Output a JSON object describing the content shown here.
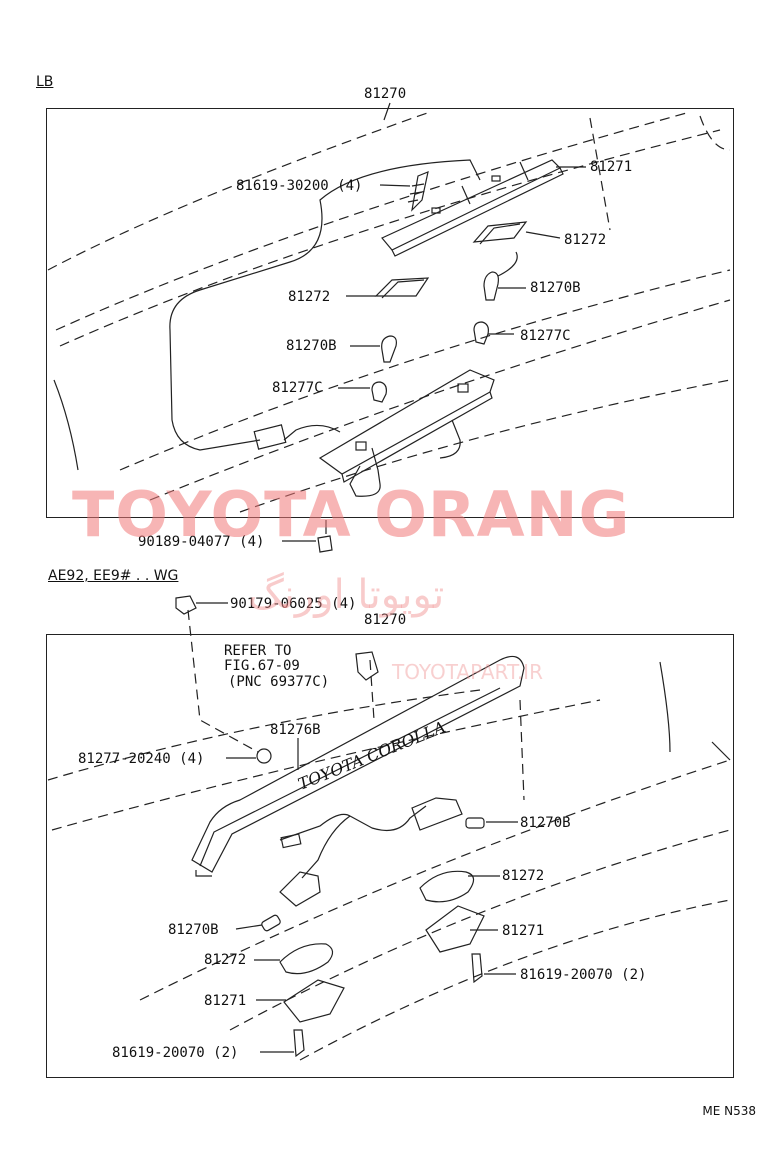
{
  "section_lb": {
    "tag": "LB",
    "assembly": "81270",
    "labels": {
      "screw": "81619-30200 (4)",
      "housing_top": "81271",
      "lens_right": "81272",
      "lens_left": "81272",
      "bulb_right": "81270B",
      "bulb_left": "81270B",
      "socket_right": "81277C",
      "socket_left": "81277C",
      "clip": "90189-04077 (4)"
    }
  },
  "section_wg": {
    "tag": "AE92, EE9# . . WG",
    "assembly": "81270",
    "nut": "90179-06025 (4)",
    "refer_line1": "REFER TO",
    "refer_line2": "FIG.67-09",
    "refer_line3": "(PNC 69377C)",
    "garnish": "81276B",
    "grommet": "81277-20240 (4)",
    "bulb_right": "81270B",
    "lens_right": "81272",
    "bulb_left": "81270B",
    "housing_right": "81271",
    "lens_left": "81272",
    "screw_right": "81619-20070 (2)",
    "housing_left": "81271",
    "screw_left": "81619-20070 (2)",
    "garnish_text": "TOYOTA COROLLA"
  },
  "watermark": {
    "brand": "TOYOTA ORANG",
    "persian": "تویوتا اورنگ",
    "url": "TOYOTAPART.IR"
  },
  "figure_code": "ME  N538"
}
